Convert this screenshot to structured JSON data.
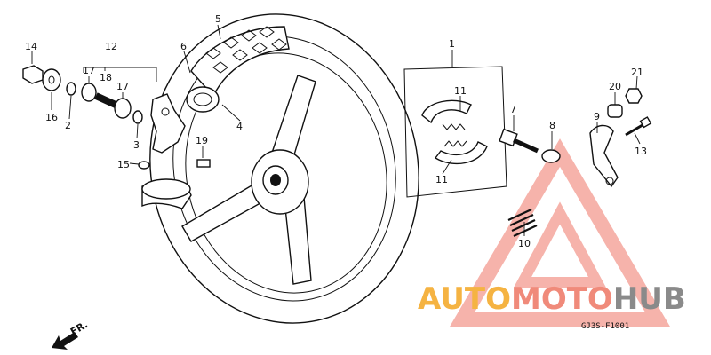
{
  "diagram": {
    "callouts": [
      {
        "id": "1",
        "label": "1"
      },
      {
        "id": "2",
        "label": "2"
      },
      {
        "id": "3",
        "label": "3"
      },
      {
        "id": "4",
        "label": "4"
      },
      {
        "id": "5",
        "label": "5"
      },
      {
        "id": "6",
        "label": "6"
      },
      {
        "id": "7",
        "label": "7"
      },
      {
        "id": "8",
        "label": "8"
      },
      {
        "id": "9",
        "label": "9"
      },
      {
        "id": "10",
        "label": "10"
      },
      {
        "id": "11a",
        "label": "11"
      },
      {
        "id": "11b",
        "label": "11"
      },
      {
        "id": "12",
        "label": "12"
      },
      {
        "id": "13",
        "label": "13"
      },
      {
        "id": "14",
        "label": "14"
      },
      {
        "id": "15",
        "label": "15"
      },
      {
        "id": "16",
        "label": "16"
      },
      {
        "id": "17a",
        "label": "17"
      },
      {
        "id": "17b",
        "label": "17"
      },
      {
        "id": "18",
        "label": "18"
      },
      {
        "id": "19",
        "label": "19"
      },
      {
        "id": "20",
        "label": "20"
      },
      {
        "id": "21",
        "label": "21"
      }
    ],
    "direction_label": "FR.",
    "figure_code": "GJ3S-F1001"
  },
  "watermark": {
    "parts": [
      "AUTO",
      "MOTO",
      "HUB"
    ],
    "colors": {
      "auto": "#f5b342",
      "moto": "#f08a7a",
      "hub": "#8a8a8a",
      "triangle": "#f39a90"
    }
  }
}
